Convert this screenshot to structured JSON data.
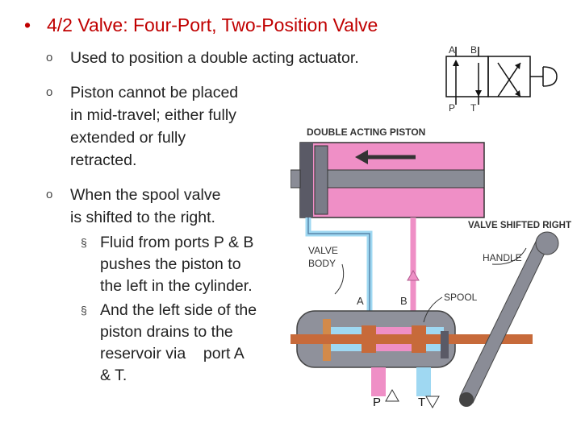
{
  "title": "4/2 Valve: Four-Port, Two-Position Valve",
  "title_bullet": "•",
  "sub_bullet": "o",
  "square_bullet": "§",
  "bullets": [
    {
      "text": "Used to position a double acting actuator."
    },
    {
      "lines": [
        "Piston cannot be placed",
        "in mid-travel; either fully",
        "extended or fully",
        "retracted."
      ]
    },
    {
      "lines": [
        "When the spool valve",
        "is shifted to the right."
      ],
      "sub": [
        {
          "lines": [
            "Fluid from ports P & B",
            "pushes the piston to",
            "the left in the cylinder."
          ]
        },
        {
          "lines": [
            "And the left side of the",
            "piston drains to the",
            "reservoir via    port A",
            "& T."
          ]
        }
      ]
    }
  ],
  "symbol_labels": {
    "a": "A",
    "b": "B",
    "p": "P",
    "t": "T"
  },
  "diagram": {
    "piston_label": "DOUBLE ACTING PISTON",
    "valve_shifted": "VALVE SHIFTED RIGHT",
    "handle": "HANDLE",
    "valve_body": [
      "VALVE",
      "BODY"
    ],
    "spool": "SPOOL",
    "port_a": "A",
    "port_b": "B",
    "port_p": "P",
    "port_t": "T"
  },
  "colors": {
    "title": "#c00000",
    "fluid_pink": "#ef8fc6",
    "fluid_blue": "#9fd8f2",
    "spool_orange": "#c76a3a",
    "piston_rod": "#8a8c96"
  }
}
